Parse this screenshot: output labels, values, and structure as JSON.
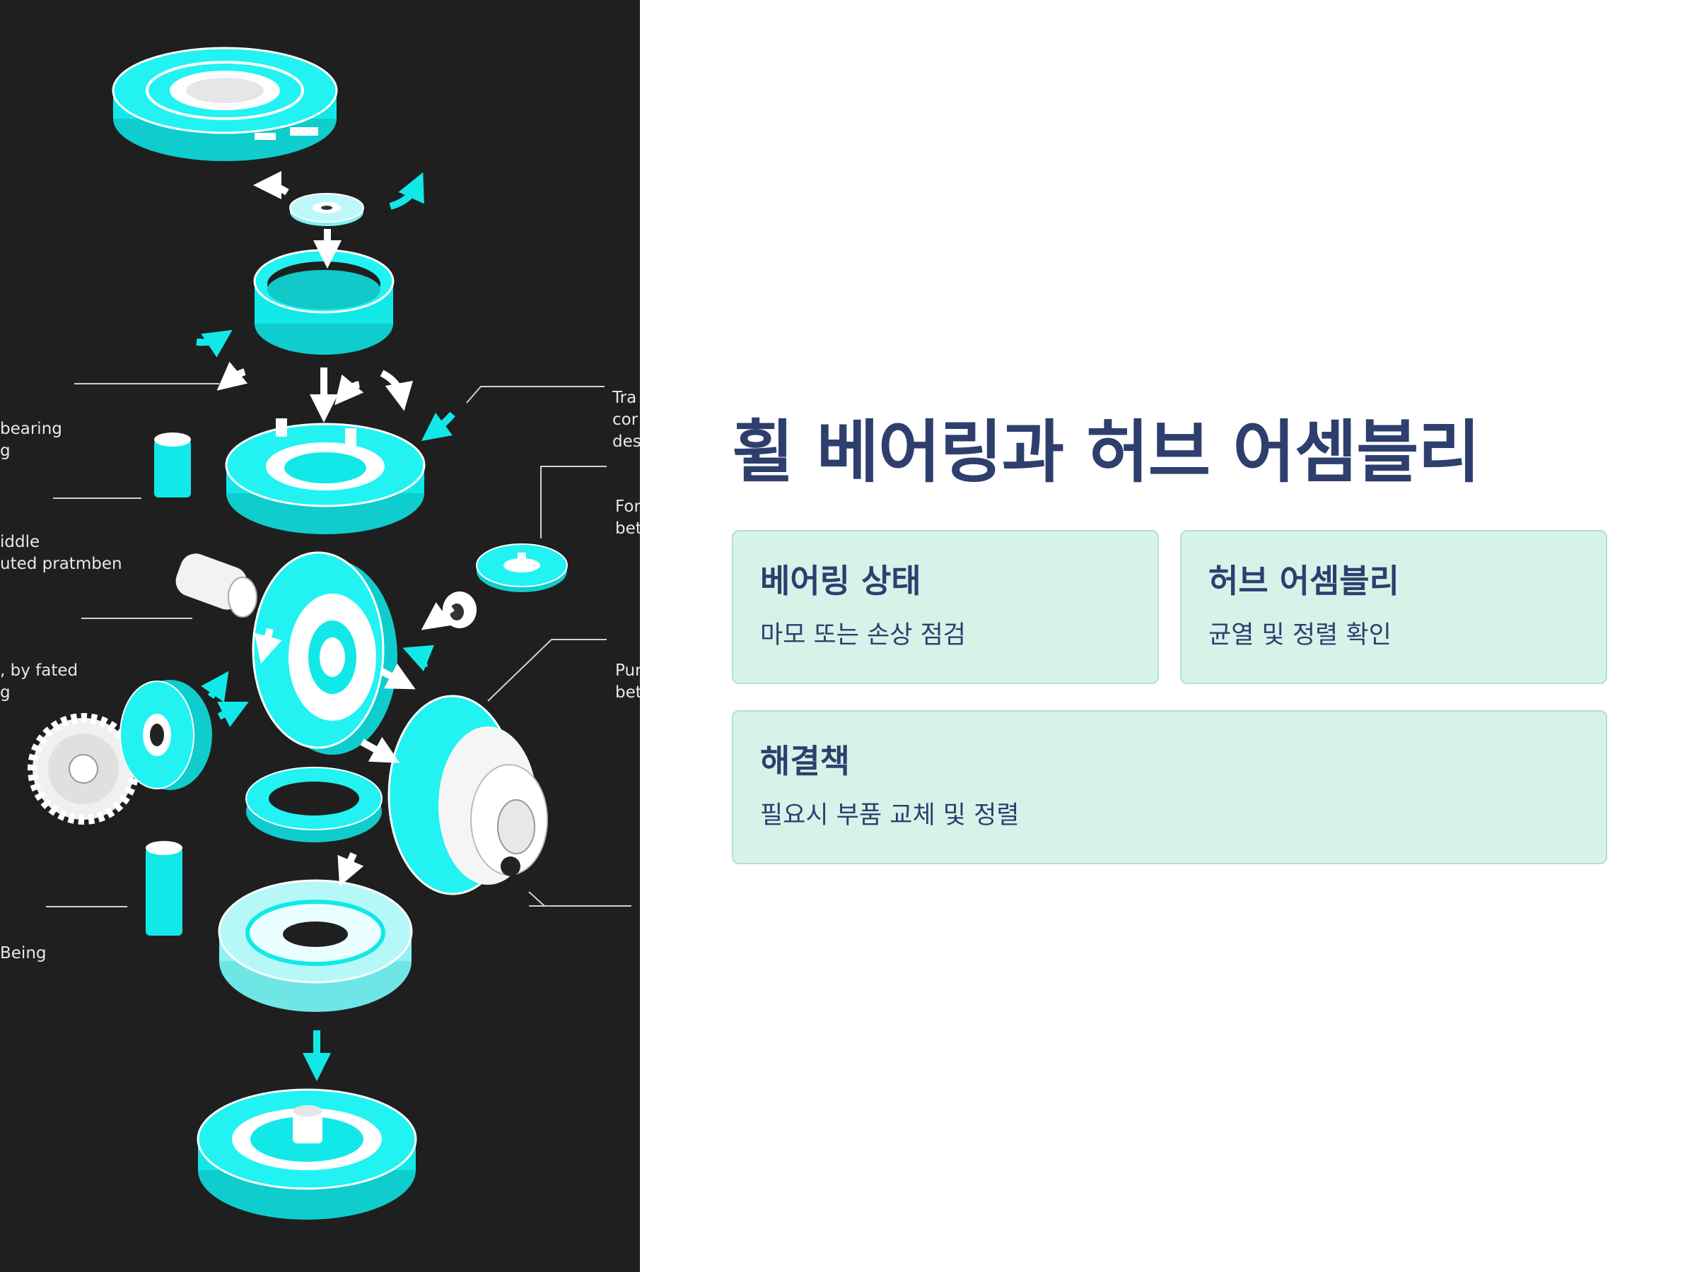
{
  "slide": {
    "title": "휠 베어링과 허브 어셈블리"
  },
  "illustration": {
    "labels_left": [
      [
        "bearing",
        "g"
      ],
      [
        "iddle",
        "uted pratmben"
      ],
      [
        ", by fated",
        "g"
      ],
      [
        "Being"
      ]
    ],
    "labels_right": [
      [
        "Tra",
        "cor",
        "des"
      ],
      [
        "For",
        "bet"
      ],
      [
        "Pur",
        "bet"
      ]
    ]
  },
  "cards": [
    {
      "title": "베어링 상태",
      "body": "마모 또는 손상 점검"
    },
    {
      "title": "허브 어셈블리",
      "body": "균열 및 정렬 확인"
    },
    {
      "title": "해결책",
      "body": "필요시 부품 교체 및 정렬"
    }
  ],
  "colors": {
    "illustration_background": "#1f1f1f",
    "part_accent": "#12e8e8",
    "heading_text": "#2e3f6e",
    "card_fill": "#d6f3ea",
    "card_border": "#b7ded0"
  }
}
